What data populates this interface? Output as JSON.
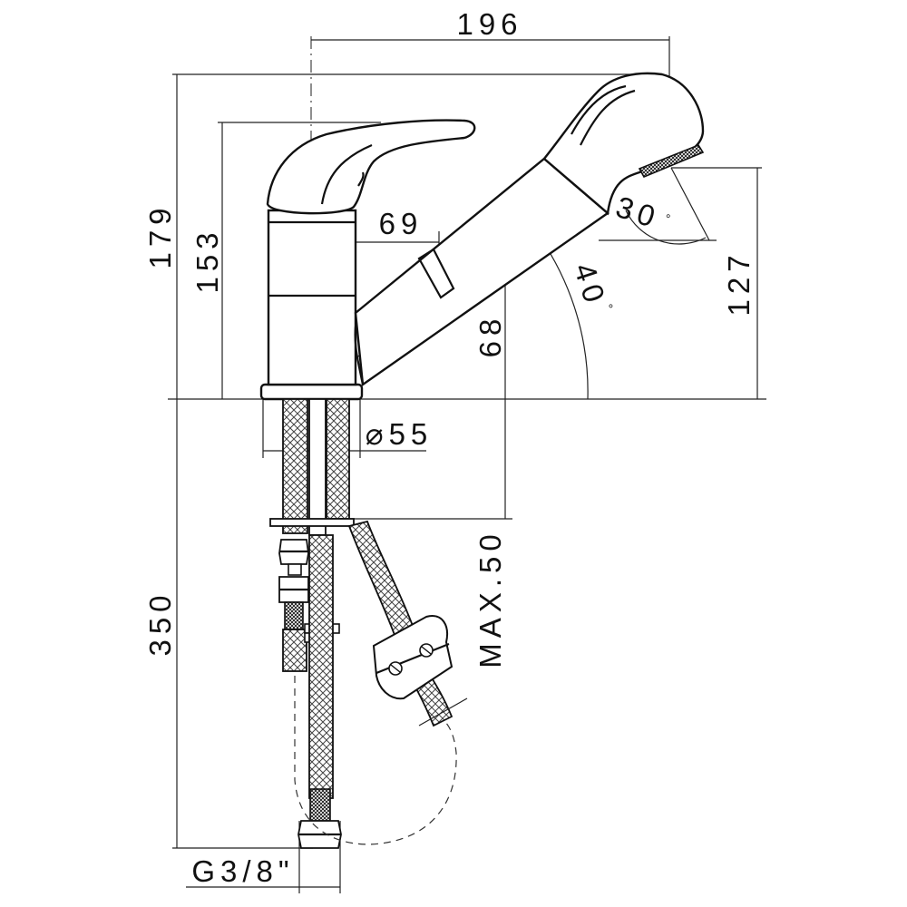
{
  "dimensions": {
    "total_length": "196",
    "total_height": "179",
    "handle_height": "153",
    "spout_reach": "69",
    "spout_height": "68",
    "head_height": "127",
    "base_diameter": "⌀55",
    "max_thickness": "MAX.50",
    "hose_length": "350",
    "thread": "G3/8\""
  },
  "angles": {
    "spout_angle": "40",
    "head_angle": "30",
    "degree_symbol": "°"
  },
  "colors": {
    "line": "#111111",
    "background": "#ffffff",
    "braid": "#555555"
  }
}
